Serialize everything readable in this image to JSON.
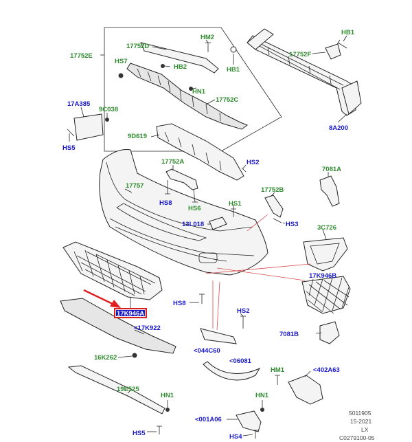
{
  "labels": {
    "17752E": "17752E",
    "17752D": "17752D",
    "HM2": "HM2",
    "HB1_top": "HB1",
    "17752F": "17752F",
    "HS7": "HS7",
    "HB2": "HB2",
    "HB1_mid": "HB1",
    "HN1_top": "HN1",
    "17752C": "17752C",
    "17A385": "17A385",
    "9C038": "9C038",
    "8A200": "8A200",
    "9D619": "9D619",
    "HS5_top": "HS5",
    "17752A": "17752A",
    "HS2_top": "HS2",
    "7081A": "7081A",
    "17757": "17757",
    "17752B": "17752B",
    "HS8_top": "HS8",
    "HS6": "HS6",
    "HS1": "HS1",
    "13L018": "13L018",
    "HS3": "HS3",
    "3C726": "3C726",
    "17K946B": "17K946B",
    "HS8_bot": "HS8",
    "17K946A": "17K946A",
    "HS2_bot": "HS2",
    "17K922": "<17K922",
    "7081B": "7081B",
    "16K262": "16K262",
    "044C60": "<044C60",
    "06081": "<06081",
    "HM1": "HM1",
    "402A63": "<402A63",
    "19E525": "19E525",
    "HN1_bot1": "HN1",
    "HN1_bot2": "HN1",
    "001A06": "<001A06",
    "HS5_bot": "HS5",
    "HS4": "HS4"
  },
  "meta": {
    "line1": "5011905",
    "line2": "15-2021",
    "line3": "LX",
    "line4": "C0279100-05"
  },
  "highlight": {
    "part": "17K946A",
    "box_color": "#d62020",
    "arrow_color": "#e02020"
  },
  "colors": {
    "green_label": "#2e8b2e",
    "blue_label": "#1a1acb"
  }
}
